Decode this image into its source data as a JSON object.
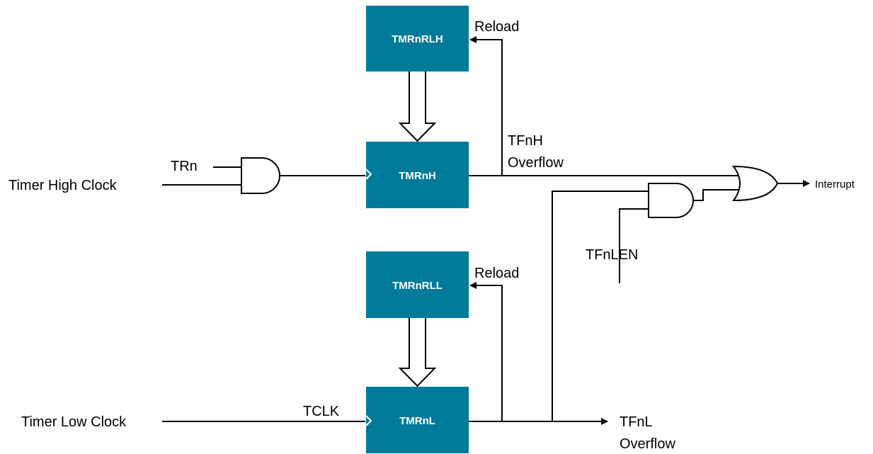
{
  "colors": {
    "block_fill": "#007a99",
    "block_text": "#ffffff",
    "wire": "#000000"
  },
  "blocks": {
    "rlh": "TMRnRLH",
    "h": "TMRnH",
    "rll": "TMRnRLL",
    "l": "TMRnL"
  },
  "labels": {
    "reload_high": "Reload",
    "reload_low": "Reload",
    "tfnh_line1": "TFnH",
    "tfnh_line2": "Overflow",
    "trn": "TRn",
    "timer_high_clock": "Timer High Clock",
    "timer_low_clock": "Timer Low Clock",
    "tclk": "TCLK",
    "tfnlen": "TFnLEN",
    "interrupt": "Interrupt",
    "tfnl_line1": "TFnL",
    "tfnl_line2": "Overflow"
  }
}
